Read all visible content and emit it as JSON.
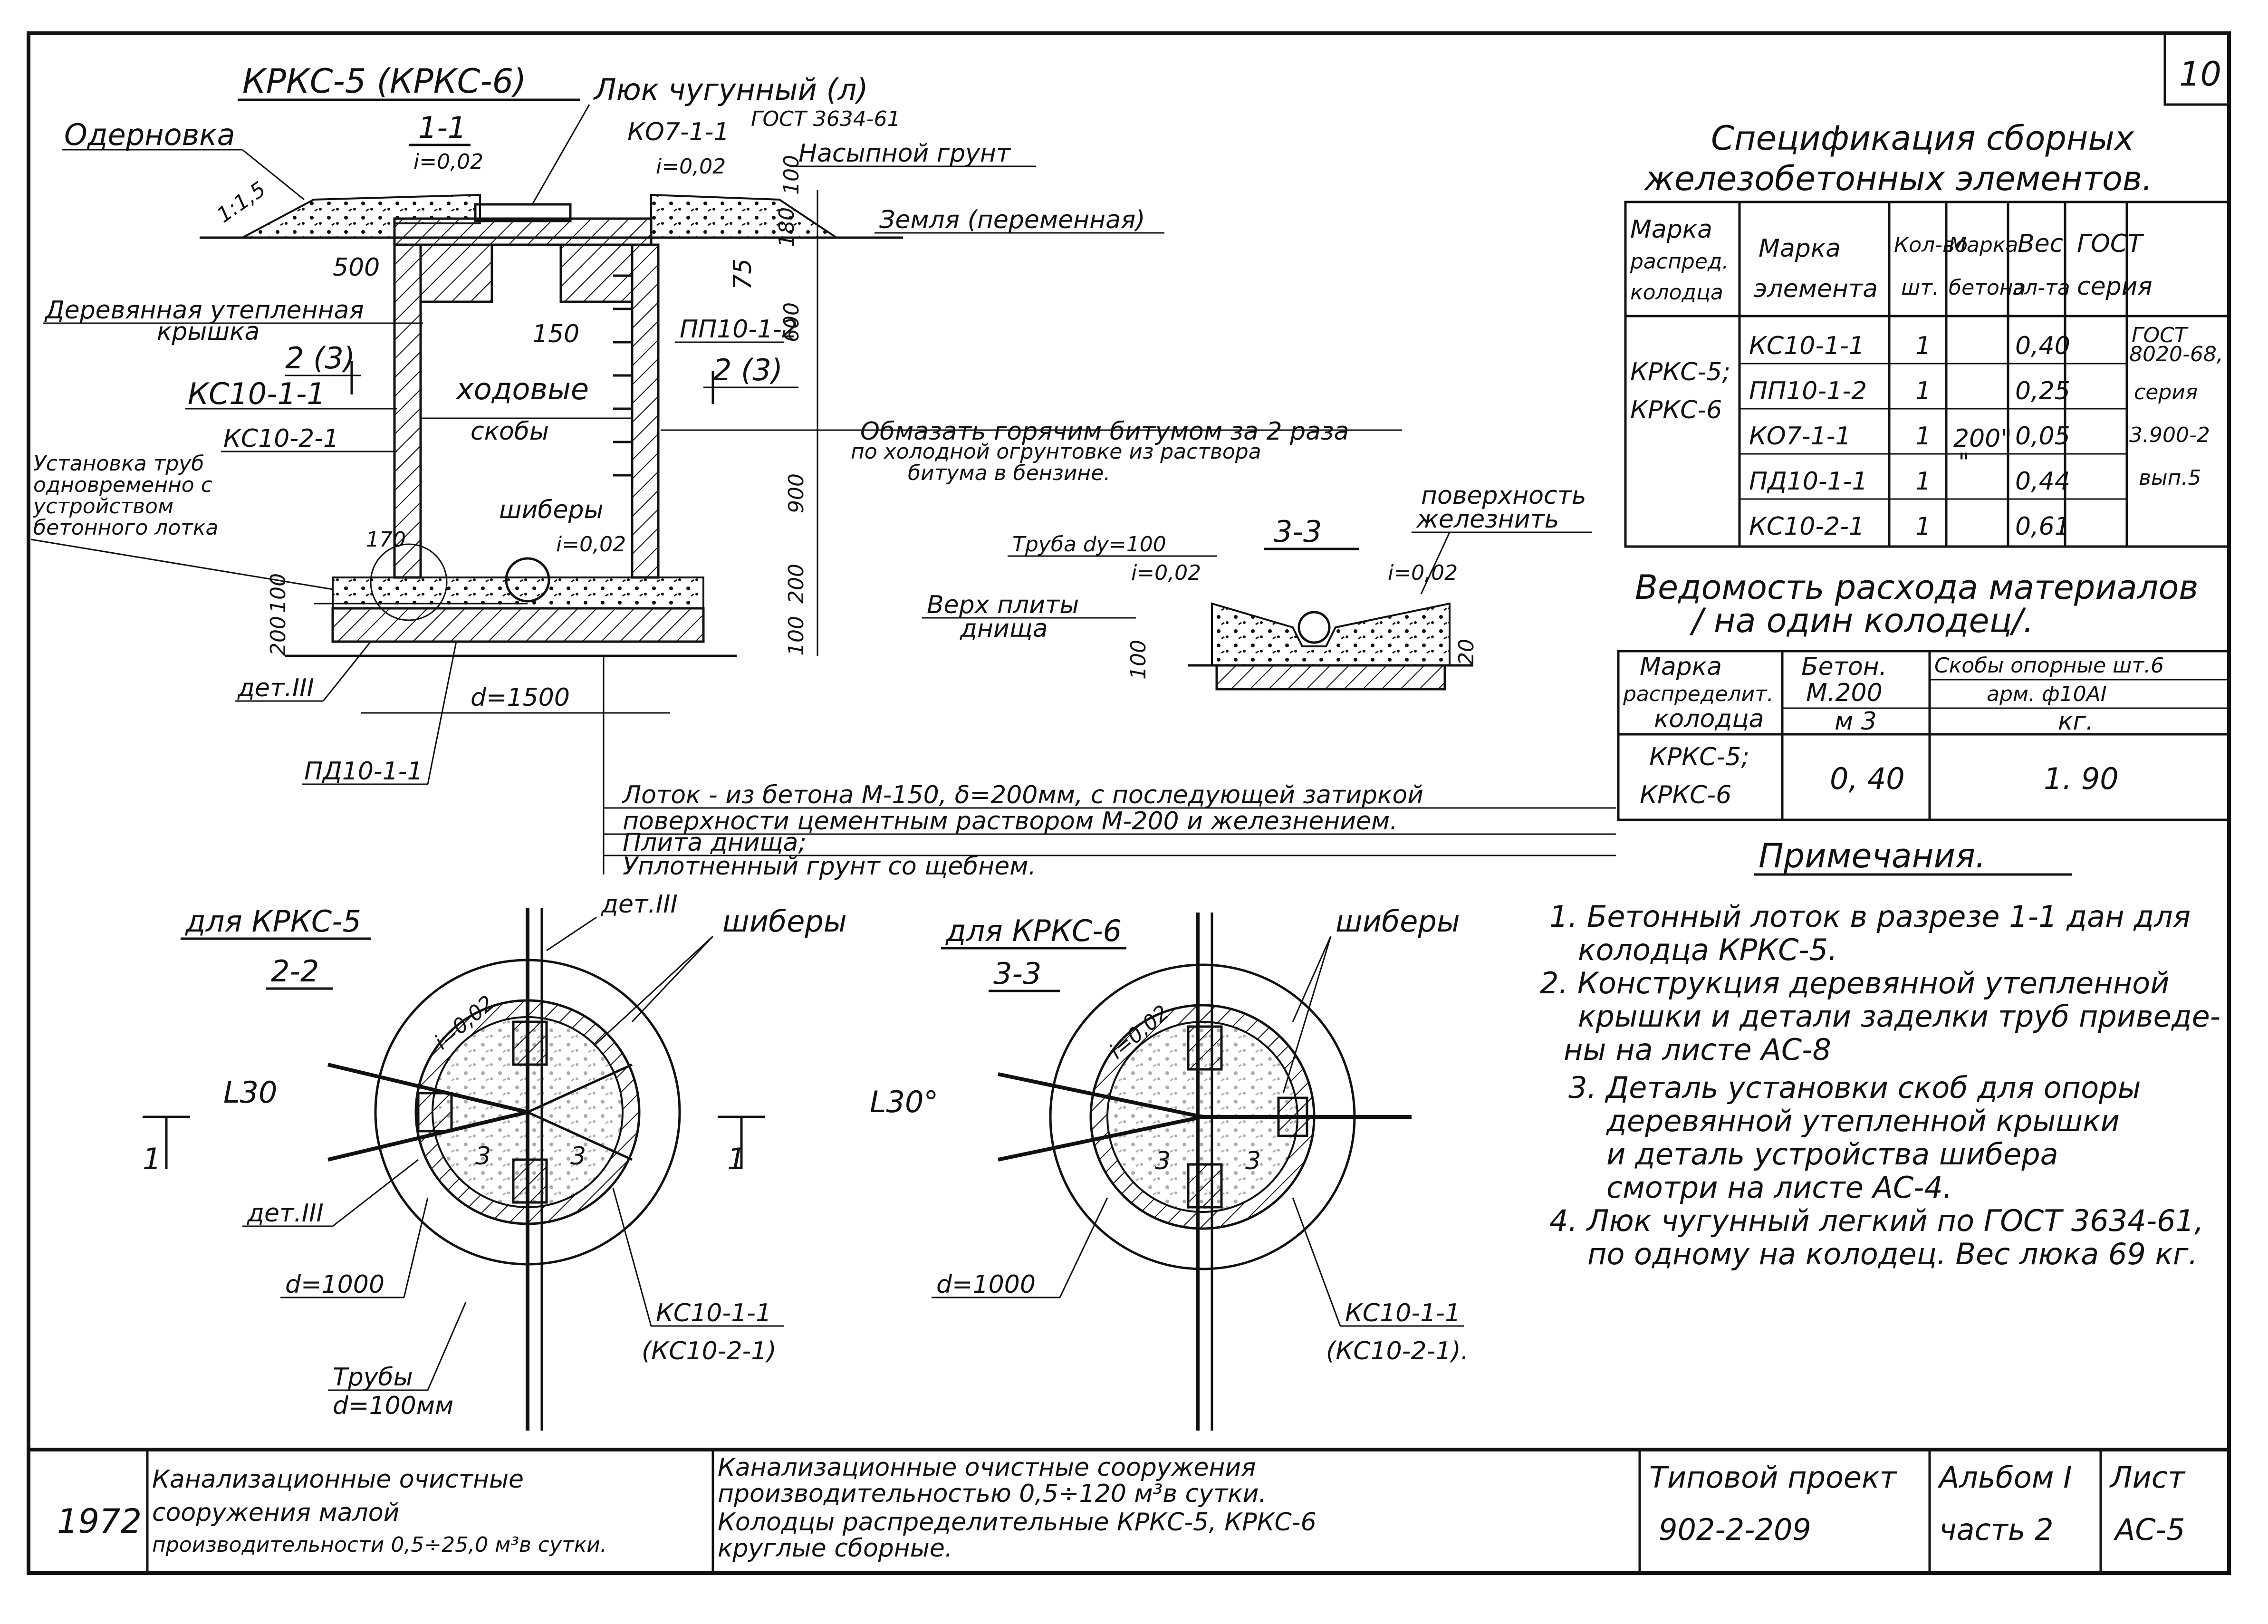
{
  "sheet_number": "10",
  "section_title": "КРКС-5 (КРКС-6)",
  "section_1_1": {
    "label": "1-1",
    "slope_main": "i=0,02",
    "slope_top": "i=0,02"
  },
  "section_labels": {
    "hatch_cover": "Люк чугунный (л)",
    "hatch_gost": "ГОСТ 3634-61",
    "ko": "КО7-1-1",
    "fill_soil": "Насыпной грунт",
    "sod": "Одерновка",
    "slope_ratio": "1:1,5",
    "ground": "Земля (переменная)",
    "wood_lid_1": "Деревянная утепленная",
    "wood_lid_2": "крышка",
    "sec_2_3": "2 (3)",
    "kc_1": "КС10-1-1",
    "kc_2": "КС10-2-1",
    "pp": "ПП10-1-2",
    "steps_1": "ходовые",
    "steps_2": "скобы",
    "pipe_install_1": "Установка труб",
    "pipe_install_2": "одновременно с",
    "pipe_install_3": "устройством",
    "pipe_install_4": "бетонного лотка",
    "gates": "шиберы",
    "detail_3": "дет.III",
    "pd": "ПД10-1-1",
    "diameter": "d=1500",
    "bitumen_1": "Обмазать горячим битумом за 2 раза",
    "bitumen_2": "по холодной огрунтовке из раствора",
    "bitumen_3": "битума в бензине.",
    "dim_500": "500",
    "dim_150": "150",
    "dim_100": "100",
    "dim_75": "75",
    "dim_180": "180",
    "dim_600": "600",
    "dim_900": "900",
    "dim_200": "200",
    "dim_170": "170",
    "dim_100b": "100",
    "dim_200b": "200",
    "dim_100c": "100"
  },
  "section_3_3": {
    "label": "3-3",
    "pipe": "Труба dу=100",
    "slope_l": "i=0,02",
    "slope_r": "i=0,02",
    "surface_1": "поверхность",
    "surface_2": "железнить",
    "slab_top_1": "Верх плиты",
    "slab_top_2": "днища",
    "dim_100": "100",
    "dim_20": "20"
  },
  "notes_lines": {
    "l1": "Лоток - из бетона М-150, δ=200мм, с последующей затиркой",
    "l2": "поверхности цементным раствором М-200 и железнением.",
    "l3": "Плита днища;",
    "l4": "Уплотненный грунт со щебнем."
  },
  "plan_krks5": {
    "title": "для КРКС-5",
    "label": "2-2",
    "detail_top": "дет.III",
    "gates": "шиберы",
    "angle": "L30",
    "section_mark": "1",
    "detail_left": "дет.III",
    "slope": "i=0,02",
    "diameter": "d=1000",
    "kc_1": "КС10-1-1",
    "kc_2": "(КС10-2-1)",
    "pipes_1": "Трубы",
    "pipes_2": "d=100мм",
    "sec_3": "3"
  },
  "plan_krks6": {
    "title": "для КРКС-6",
    "label": "3-3",
    "gates": "шиберы",
    "angle": "L30°",
    "slope": "i=0,02",
    "diameter": "d=1000",
    "kc_1": "КС10-1-1",
    "kc_2": "(КС10-2-1).",
    "sec_3": "3"
  },
  "spec_table": {
    "title_1": "Спецификация сборных",
    "title_2": "железобетонных элементов.",
    "headers": [
      [
        "Марка",
        "распред.",
        "колодца"
      ],
      [
        "Марка",
        "элемента"
      ],
      [
        "Кол-во",
        "шт."
      ],
      [
        "Марка",
        "бетона"
      ],
      [
        "Вес",
        "эл-та"
      ],
      [
        "ГОСТ",
        "серия"
      ]
    ],
    "well_marks": [
      "КРКС-5;",
      "КРКС-6"
    ],
    "concrete": "200\"",
    "concrete_ditto": "\"",
    "gost_lines": [
      "ГОСТ",
      "8020-68,",
      "серия",
      "3.900-2",
      "вып.5"
    ],
    "rows": [
      {
        "element": "КС10-1-1",
        "qty": "1",
        "weight": "0,40"
      },
      {
        "element": "ПП10-1-2",
        "qty": "1",
        "weight": "0,25"
      },
      {
        "element": "КО7-1-1",
        "qty": "1",
        "weight": "0,05"
      },
      {
        "element": "ПД10-1-1",
        "qty": "1",
        "weight": "0,44"
      },
      {
        "element": "КС10-2-1",
        "qty": "1",
        "weight": "0,61"
      }
    ]
  },
  "materials_table": {
    "title_1": "Ведомость расхода материалов",
    "title_2": "/ на один колодец/.",
    "h_mark": [
      "Марка",
      "распределит.",
      "колодца"
    ],
    "h_concrete": [
      "Бетон.",
      "М.200"
    ],
    "h_concrete_unit": "м 3",
    "h_steps": "Скобы опорные шт.6",
    "h_steps_sub": "арм. ф10АI",
    "h_steps_unit": "кг.",
    "mark": [
      "КРКС-5;",
      "КРКС-6"
    ],
    "concrete_val": "0, 40",
    "steps_val": "1. 90"
  },
  "notes": {
    "title": "Примечания.",
    "items": [
      "1. Бетонный лоток в разрезе 1-1 дан для",
      "колодца КРКС-5.",
      "2. Конструкция деревянной утепленной",
      "крышки и детали заделки труб приведе-",
      "ны на листе АС-8",
      "3. Деталь установки скоб для опоры",
      "деревянной утепленной крышки",
      "и деталь устройства шибера",
      "смотри на листе АС-4.",
      "4. Люк чугунный легкий по ГОСТ 3634-61,",
      "по одному на колодец. Вес люка 69 кг."
    ]
  },
  "title_block": {
    "year": "1972",
    "desc_1": "Канализационные очистные",
    "desc_2": "сооружения малой",
    "desc_3": "производительности 0,5÷25,0 м³в сутки.",
    "main_1": "Канализационные очистные сооружения",
    "main_2": "производительностью 0,5÷120 м³в сутки.",
    "main_3": "Колодцы распределительные КРКС-5, КРКС-6",
    "main_4": "круглые сборные.",
    "project_label": "Типовой проект",
    "project_code": "902-2-209",
    "album_label": "Альбом I",
    "album_part": "часть 2",
    "sheet_label": "Лист",
    "sheet_code": "АС-5"
  }
}
